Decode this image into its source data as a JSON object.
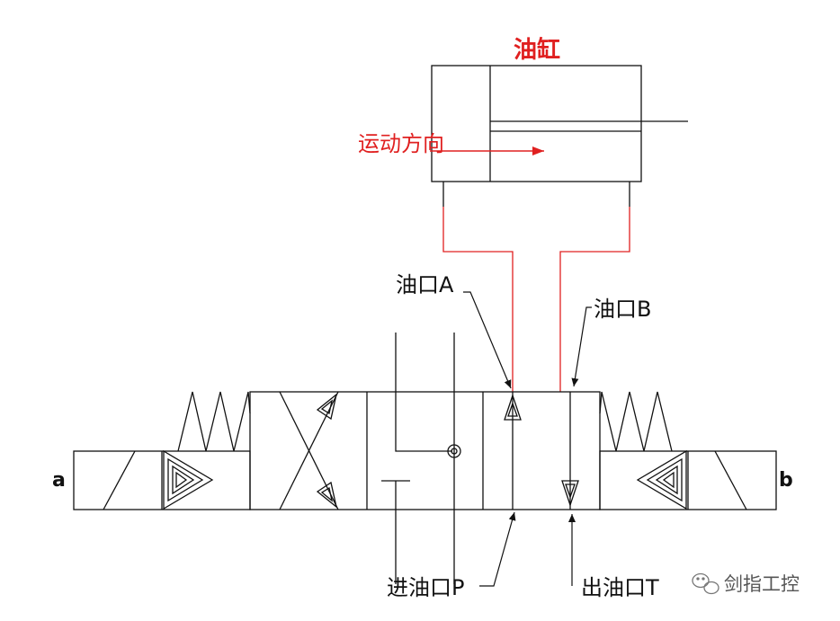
{
  "labels": {
    "cylinder": "油缸",
    "motion_direction": "运动方向",
    "port_a": "油口A",
    "port_b": "油口B",
    "inlet_p": "进油口P",
    "outlet_t": "出油口T",
    "solenoid_a": "a",
    "solenoid_b": "b"
  },
  "watermark": "剑指工控",
  "colors": {
    "line": "#111111",
    "accent": "#e02020",
    "watermark": "#555555"
  }
}
